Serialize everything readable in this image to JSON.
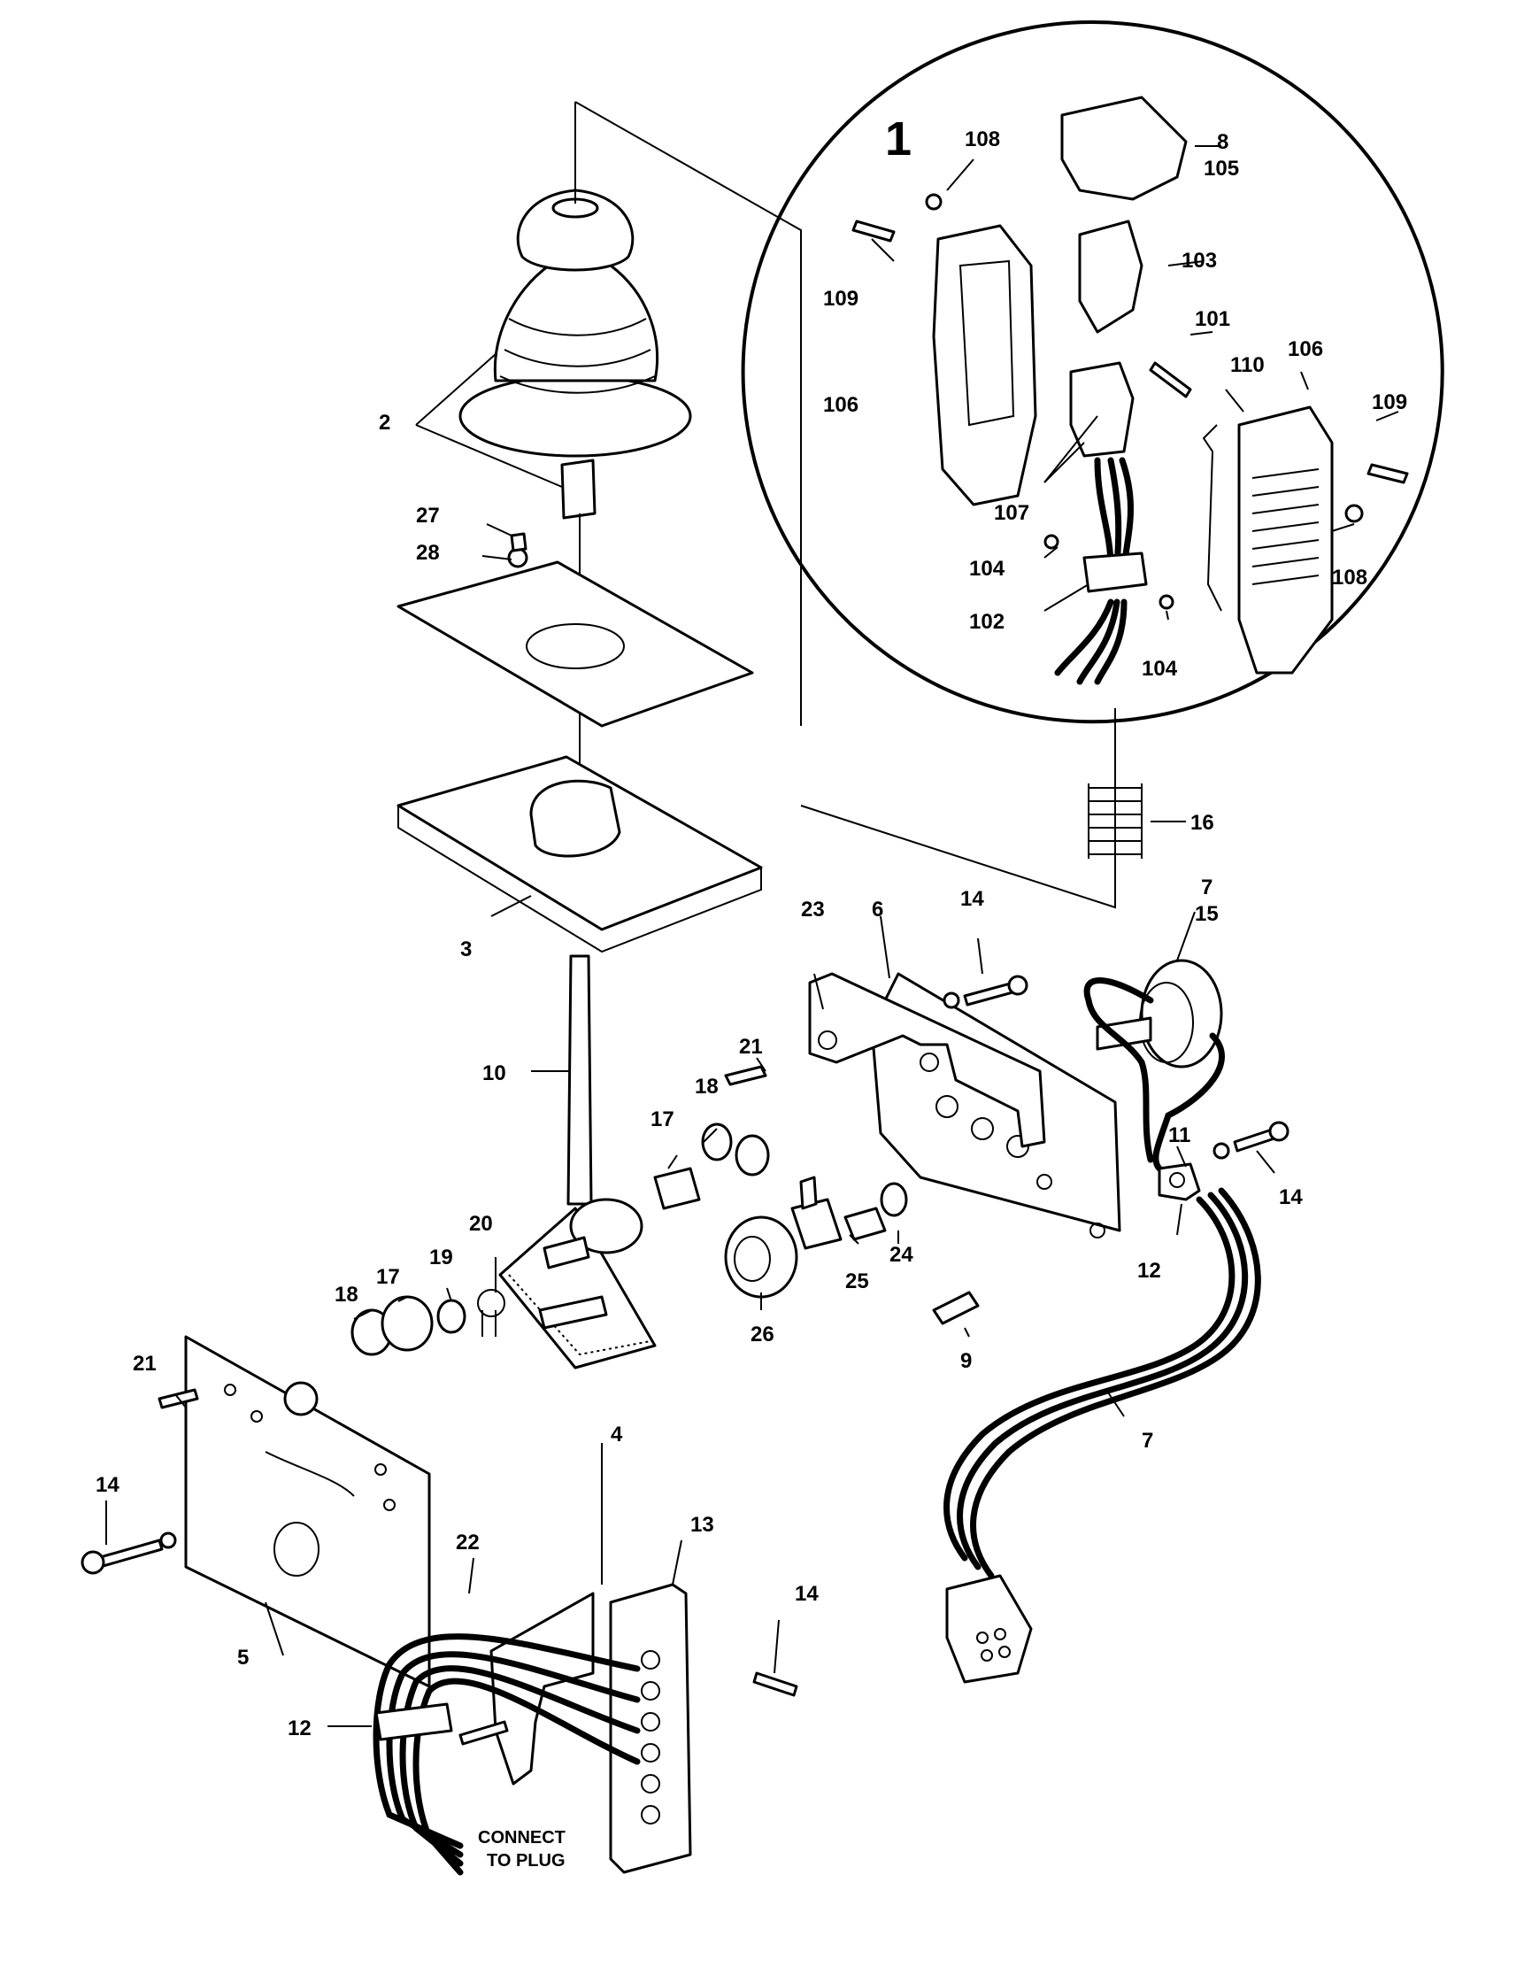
{
  "inset": {
    "label": "1"
  },
  "labels": {
    "l108a": "108",
    "l8": "8",
    "l105": "105",
    "l109a": "109",
    "l103": "103",
    "l101": "101",
    "l110": "110",
    "l106a": "106",
    "l106b": "106",
    "l109b": "109",
    "l107": "107",
    "l104a": "104",
    "l108b": "108",
    "l102": "102",
    "l104b": "104",
    "l2": "2",
    "l27": "27",
    "l28": "28",
    "l16": "16",
    "l3": "3",
    "l23": "23",
    "l6": "6",
    "l14a": "14",
    "l7a": "7",
    "l15": "15",
    "l21a": "21",
    "l10": "10",
    "l18a": "18",
    "l17a": "17",
    "l11": "11",
    "l14b": "14",
    "l20": "20",
    "l19": "19",
    "l17b": "17",
    "l18b": "18",
    "l25": "25",
    "l24": "24",
    "l12a": "12",
    "l26": "26",
    "l9": "9",
    "l21b": "21",
    "l7b": "7",
    "l14c": "14",
    "l4": "4",
    "l13": "13",
    "l22": "22",
    "l14d": "14",
    "l5": "5",
    "l12b": "12",
    "connect_line1": "CONNECT",
    "connect_line2": "TO PLUG"
  }
}
